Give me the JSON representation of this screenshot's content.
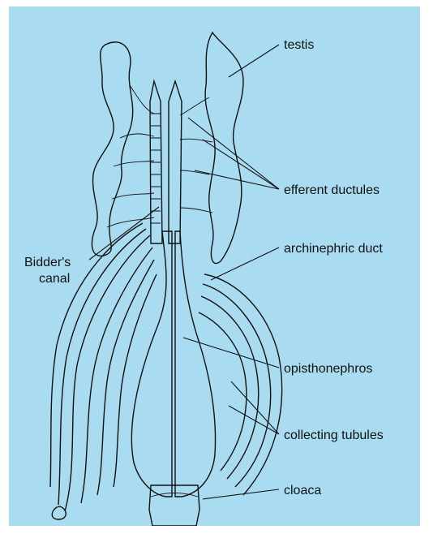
{
  "labels": {
    "testis": "testis",
    "efferent_ductules": "efferent ductules",
    "archinephric_duct": "archinephric duct",
    "bidders_canal_line1": "Bidder's",
    "bidders_canal_line2": "canal",
    "opisthonephros": "opisthonephros",
    "collecting_tubules": "collecting tubules",
    "cloaca": "cloaca"
  },
  "colors": {
    "background": "#a9dcf1",
    "ink": "#111111",
    "organ_fill": "#fbfbf7"
  }
}
